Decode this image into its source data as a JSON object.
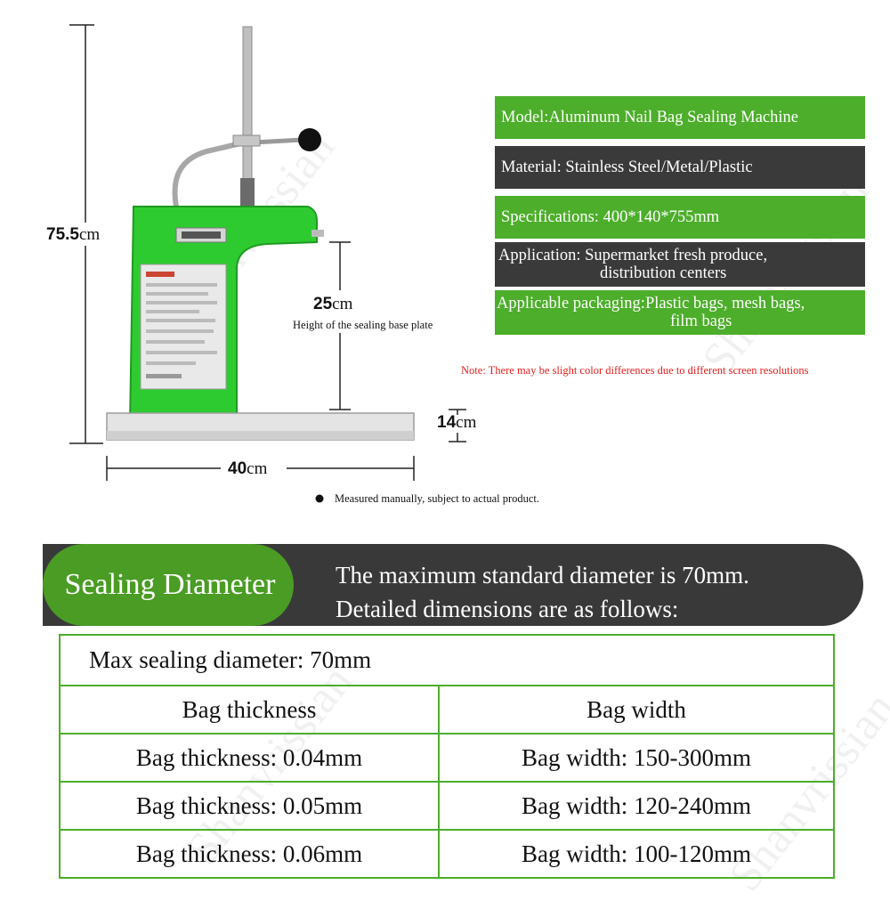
{
  "dimensions": {
    "height": {
      "num": "75.5",
      "unit": "cm"
    },
    "base_plate": {
      "num": "25",
      "unit": "cm",
      "caption": "Height of the sealing base plate"
    },
    "thickness": {
      "num": "14",
      "unit": "cm"
    },
    "width": {
      "num": "40",
      "unit": "cm"
    }
  },
  "measure_note": "Measured manually, subject to actual product.",
  "specs": [
    {
      "text": "Model:Aluminum Nail Bag Sealing Machine",
      "color": "#4cae2a"
    },
    {
      "text": "Material: Stainless Steel/Metal/Plastic",
      "color": "#3a3a3a"
    },
    {
      "text": "Specifications: 400*140*755mm",
      "color": "#4cae2a"
    },
    {
      "line1": "Application: Supermarket fresh produce,",
      "line2": "distribution centers",
      "color": "#3a3a3a"
    },
    {
      "line1": "Applicable packaging:Plastic bags, mesh bags,",
      "line2": "film bags",
      "color": "#4cae2a"
    }
  ],
  "color_note": "Note: There may be slight color differences due to different screen resolutions",
  "banner": {
    "label": "Sealing Diameter",
    "line1": "The maximum standard diameter is 70mm.",
    "line2": "Detailed dimensions are as follows:"
  },
  "table": {
    "title": "Max sealing diameter: 70mm",
    "headers": [
      "Bag thickness",
      "Bag width"
    ],
    "rows": [
      [
        "Bag thickness: 0.04mm",
        "Bag width: 150-300mm"
      ],
      [
        "Bag thickness: 0.05mm",
        "Bag width: 120-240mm"
      ],
      [
        "Bag thickness: 0.06mm",
        "Bag width: 100-120mm"
      ]
    ]
  },
  "colors": {
    "brand_green": "#4cae2a",
    "dark": "#3a3a3a",
    "note_red": "#e0201e"
  }
}
